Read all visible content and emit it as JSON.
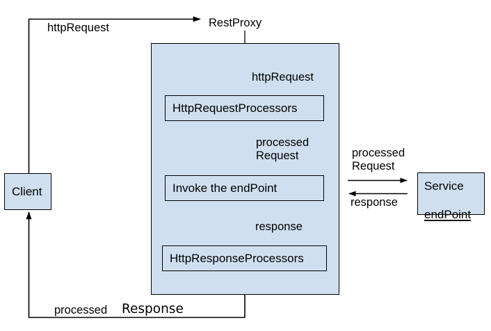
{
  "diagram": {
    "title": "RestProxy request/response flow",
    "colors": {
      "node_fill": "#d0dff0",
      "stroke": "#000000",
      "background": "#ffffff"
    },
    "nodes": {
      "client": {
        "label": "Client"
      },
      "container": {
        "label": "RestProxy"
      },
      "http_request_processors": {
        "label": "HttpRequestProcessors"
      },
      "invoke_endpoint": {
        "label": "Invoke the endPoint"
      },
      "http_response_processors": {
        "label": "HttpResponseProcessors"
      },
      "service_endpoint": {
        "line1": "Service",
        "line2": "endPoint"
      }
    },
    "edge_labels": {
      "http_request_top": "httpRequest",
      "rest_proxy": "RestProxy",
      "http_request_inner": "httpRequest",
      "processed_request_inner": "processed\nRequest",
      "response_inner": "response",
      "processed_request_right": "processed\nRequest",
      "response_right": "response",
      "processed_bottom": "processed",
      "response_bottom": "Response"
    }
  }
}
